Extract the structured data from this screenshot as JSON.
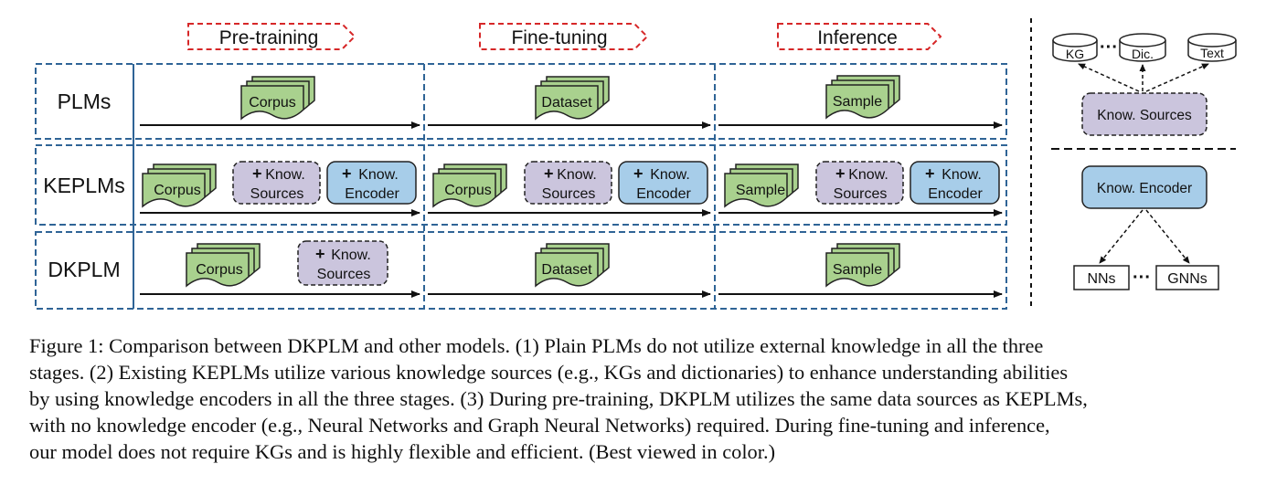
{
  "stages": [
    "Pre-training",
    "Fine-tuning",
    "Inference"
  ],
  "rows": [
    "PLMs",
    "KEPLMs",
    "DKPLM"
  ],
  "labels": {
    "corpus": "Corpus",
    "dataset": "Dataset",
    "sample": "Sample",
    "know_line1": "Know.",
    "know_sources_line2": "Sources",
    "know_encoder_line2": "Encoder",
    "plus": "+"
  },
  "side_panel": {
    "kg": "KG",
    "dic": "Dic.",
    "text": "Text",
    "dots": "···",
    "know_sources": "Know. Sources",
    "know_encoder": "Know. Encoder",
    "nns": "NNs",
    "gnns": "GNNs"
  },
  "caption_lines": [
    "Figure 1: Comparison between DKPLM and other models. (1) Plain PLMs do not utilize external knowledge in all the three",
    "stages. (2) Existing KEPLMs utilize various knowledge sources (e.g., KGs and dictionaries) to enhance understanding abilities",
    "by using knowledge encoders in all the three stages. (3) During pre-training, DKPLM utilizes the same data sources as KEPLMs,",
    "with no knowledge encoder (e.g., Neural Networks and Graph Neural Networks) required. During fine-tuning and inference,",
    "our model does not require KGs and is highly flexible and efficient. (Best viewed in color.)"
  ],
  "colors": {
    "doc_green": "#a9d18e",
    "sources_purple": "#cbc5dd",
    "encoder_blue": "#a7cde9",
    "frame_blue": "#2f6496",
    "stage_red": "#d62728"
  }
}
